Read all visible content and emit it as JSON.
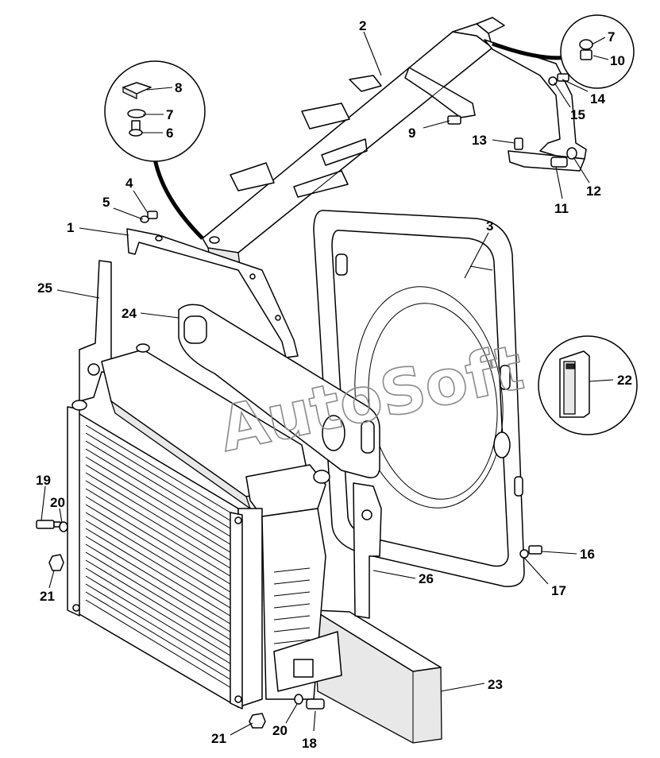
{
  "watermark": "AutoSoft",
  "callouts": [
    "1",
    "2",
    "3",
    "4",
    "5",
    "6",
    "7",
    "8",
    "7",
    "10",
    "9",
    "13",
    "14",
    "15",
    "11",
    "12",
    "22",
    "25",
    "24",
    "26",
    "16",
    "17",
    "19",
    "20",
    "21",
    "21",
    "20",
    "18",
    "23"
  ]
}
